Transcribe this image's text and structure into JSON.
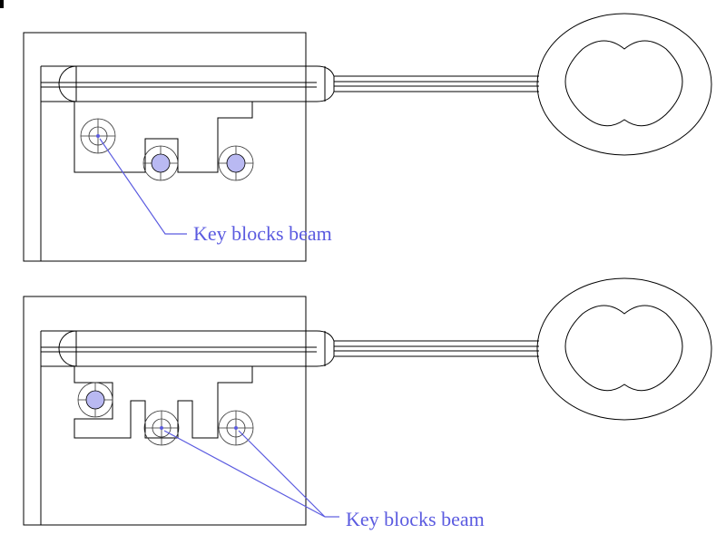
{
  "diagrams": [
    {
      "label": "Key blocks beam",
      "blocked_pins": [
        1
      ]
    },
    {
      "label": "Key blocks beam",
      "blocked_pins": [
        2,
        3
      ]
    }
  ],
  "colors": {
    "line": "#000000",
    "annotation": "#5b5be0",
    "pin_fill": "#b9b9f2",
    "background": "#ffffff"
  }
}
